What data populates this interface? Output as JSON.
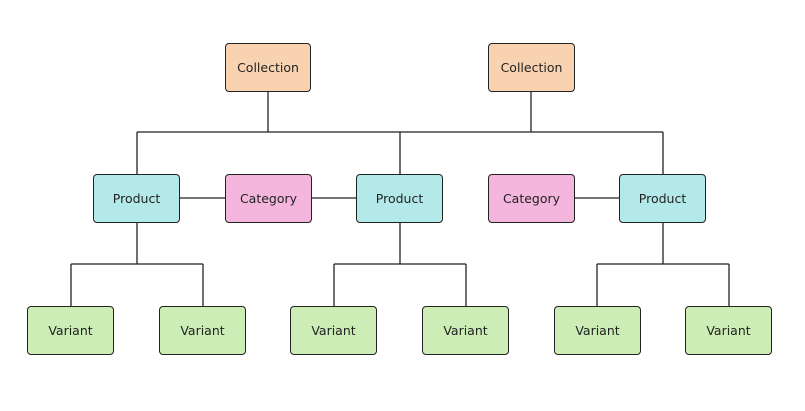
{
  "colors": {
    "collection": "#f9d3b1",
    "product": "#b4e9ea",
    "category": "#f4b6dc",
    "variant": "#cdedb6",
    "line": "#222222"
  },
  "nodes": {
    "collection_1": "Collection",
    "collection_2": "Collection",
    "product_1": "Product",
    "category_1": "Category",
    "product_2": "Product",
    "category_2": "Category",
    "product_3": "Product",
    "variant_1": "Variant",
    "variant_2": "Variant",
    "variant_3": "Variant",
    "variant_4": "Variant",
    "variant_5": "Variant",
    "variant_6": "Variant"
  }
}
